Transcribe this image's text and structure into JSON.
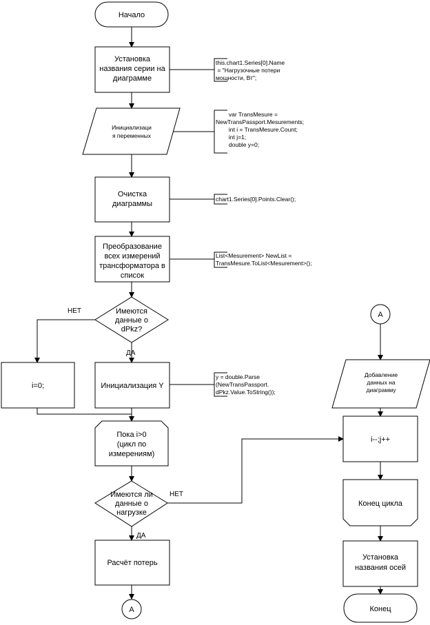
{
  "nodes": {
    "start": [
      "Начало"
    ],
    "set_series_name": [
      "Установка",
      "названия серии на",
      "диаграмме"
    ],
    "init_vars": [
      "Инициализаци",
      "я переменных"
    ],
    "clear_chart": [
      "Очистка",
      "диаграммы"
    ],
    "convert_list": [
      "Преобразование",
      "всех измерений",
      "трансформатора в",
      "список"
    ],
    "has_dpkz": [
      "Имеются",
      "данные о",
      "dPkz?"
    ],
    "i_zero": [
      "i=0;"
    ],
    "init_y": [
      "Инициализация Y"
    ],
    "loop_start": [
      "Пока i>0",
      "(цикл по",
      "измерениям)"
    ],
    "has_load": [
      "Имеются ли",
      "данные о",
      "нагрузке"
    ],
    "calc_losses": [
      "Расчёт потерь"
    ],
    "connector_a_bottom": [
      "A"
    ],
    "connector_a_top": [
      "A"
    ],
    "add_data": [
      "Добавление",
      "данных на",
      "диаграмму"
    ],
    "decrement": [
      "i--;j++"
    ],
    "loop_end": [
      "Конец цикла"
    ],
    "set_axis_names": [
      "Установка",
      "названия осей"
    ],
    "end": [
      "Конец"
    ]
  },
  "notes": {
    "series_name": [
      "this.chart1.Series[0].Name",
      " = \"Нагрузочные потери",
      "мощности, Вт\";"
    ],
    "vars": [
      "        var TransMesure =",
      "NewTransPassport.Mesurements;",
      "        int i = TransMesure.Count;",
      "        int j=1;",
      "        double y=0;"
    ],
    "clear": [
      "chart1.Series[0].Points.Clear();"
    ],
    "list": [
      "List<Mesurement> NewList =",
      "TransMesure.ToList<Mesurement>();"
    ],
    "y_parse": [
      "y = double.Parse",
      "(NewTransPassport.",
      "dPkz.Value.ToString());"
    ]
  },
  "labels": {
    "no_dpkz": "НЕТ",
    "yes_dpkz": "ДА",
    "no_load": "НЕТ",
    "yes_load": "ДА"
  }
}
